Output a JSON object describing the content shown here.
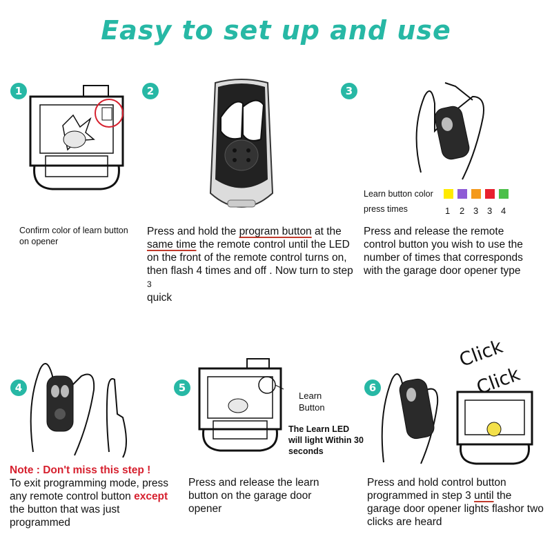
{
  "title": "Easy to set up and use",
  "colors": {
    "accent": "#27b8a5",
    "warning": "#d6202e",
    "swatches": [
      "#ffea00",
      "#8e5bd6",
      "#f49a1c",
      "#e8202e",
      "#4cc04a"
    ]
  },
  "steps": [
    {
      "number": "1",
      "text": "Confirm color of learn button on opener"
    },
    {
      "number": "2",
      "text": "Press and hold the program button at the same time the remote control until the LED on the front of the remote control turns on, then flash 4 times and off . Now turn to step 3 quick",
      "parts": {
        "a": "Press and hold the ",
        "u1": "program button",
        "b": "at the ",
        "u2": "same time",
        "c": " the remote control until the LED on  the front of the remote control turns on, then  flash 4 times and off . Now turn to step ",
        "d": "3",
        "e": "quick"
      }
    },
    {
      "number": "3",
      "text": "Press and release the remote control button  you wish to use the number of times that corresponds with the garage door opener type"
    },
    {
      "number": "4",
      "note": "Note : Don't miss this step !",
      "a": "To exit programming mode, press any remote  control button ",
      "except": "except",
      "b": " the button that was just  programmed"
    },
    {
      "number": "5",
      "text": "Press and release the learn button on the garage door opener",
      "learn_button": "Learn Button",
      "led_note": "The Learn LED will light Within 30 seconds"
    },
    {
      "number": "6",
      "a": "Press and  hold control  button programmed in step 3 ",
      "until": "until",
      "b": " the garage door opener lights flashor two clicks are heard",
      "click1": "Click",
      "click2": "Click"
    }
  ],
  "legend": {
    "color_label": "Learn button color",
    "times_label": "press times",
    "times": [
      "1",
      "2",
      "3",
      "3",
      "4"
    ]
  }
}
